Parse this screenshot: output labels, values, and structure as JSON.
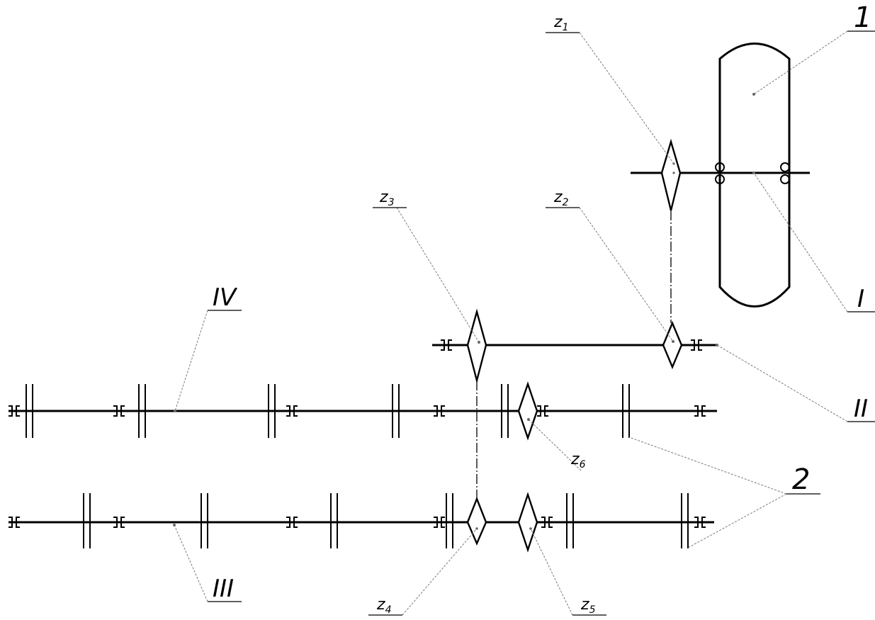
{
  "labels": {
    "z1": {
      "base": "z",
      "sub": "1"
    },
    "z2": {
      "base": "z",
      "sub": "2"
    },
    "z3": {
      "base": "z",
      "sub": "3"
    },
    "z4": {
      "base": "z",
      "sub": "4"
    },
    "z5": {
      "base": "z",
      "sub": "5"
    },
    "z6": {
      "base": "z",
      "sub": "6"
    },
    "item1": "1",
    "item2": "2",
    "shaft1": "I",
    "shaft2": "II",
    "shaft3": "III",
    "shaft4": "IV"
  }
}
